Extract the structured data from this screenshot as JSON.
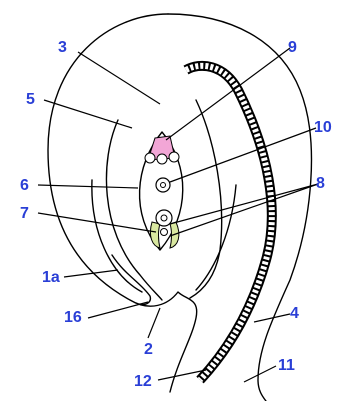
{
  "labels": {
    "l3": "3",
    "l9": "9",
    "l5": "5",
    "l10": "10",
    "l6": "6",
    "l8": "8",
    "l7": "7",
    "l1a": "1a",
    "l16": "16",
    "l4": "4",
    "l2": "2",
    "l11": "11",
    "l12": "12"
  },
  "colors": {
    "label": "#2a3fd6",
    "pink_region": "#f2a6d6",
    "green_region": "#d9e8a0"
  }
}
